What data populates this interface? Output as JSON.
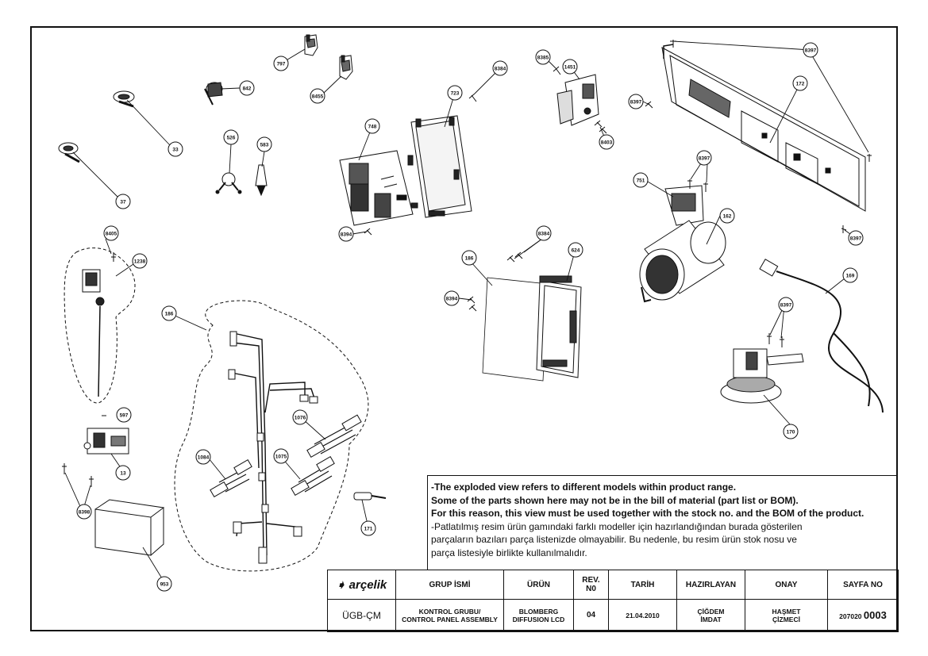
{
  "notes": [
    "-The exploded view refers to different models within product range.",
    "Some of the parts shown here may not be in the bill of material (part list or BOM).",
    "For this reason, this view must be used together with the stock no. and the BOM of the product.",
    "-Patlatılmış resim ürün gamındaki farklı modeller için hazırlandığından burada gösterilen",
    "parçaların bazıları parça listenizde olmayabilir. Bu nedenle, bu resim ürün stok nosu ve",
    "parça listesiyle birlikte kullanılmalıdır."
  ],
  "title_block": {
    "brand": "arçelik",
    "headers": {
      "group_name": "GRUP İSMİ",
      "product": "ÜRÜN",
      "rev_no_line1": "REV.",
      "rev_no_line2": "N0",
      "date": "TARİH",
      "prepared_by": "HAZIRLAYAN",
      "approval": "ONAY",
      "page_no": "SAYFA NO"
    },
    "values": {
      "group_code": "ÜGB-ÇM",
      "group_name_line1": "KONTROL GRUBU/",
      "group_name_line2": "CONTROL PANEL ASSEMBLY",
      "product_line1": "BLOMBERG",
      "product_line2": "DIFFUSION LCD",
      "rev": "04",
      "date": "21.04.2010",
      "prepared_line1": "ÇİĞDEM",
      "prepared_line2": "İMDAT",
      "approval_line1": "HAŞMET",
      "approval_line2": "ÇİZMECİ",
      "page_code": "207020",
      "page_num": "0003"
    }
  },
  "callouts": {
    "c797": "797",
    "c842": "842",
    "c8455": "8455",
    "c33": "33",
    "c37": "37",
    "c526": "526",
    "c583": "583",
    "c723": "723",
    "c8384a": "8384",
    "c748": "748",
    "c8394a": "8394",
    "c8385": "8385",
    "c1451": "1451",
    "c8403": "8403",
    "c8397a": "8397",
    "c8397b": "8397",
    "c172": "172",
    "c8397c": "8397",
    "c8397d": "8397",
    "c751": "751",
    "c162": "162",
    "c8405": "8405",
    "c1238": "1238",
    "c186a": "186",
    "c8384b": "8384",
    "c186b": "186",
    "c624": "624",
    "c8394b": "8394",
    "c169": "169",
    "c8397e": "8397",
    "c597": "597",
    "c1076": "1076",
    "c1084": "1084",
    "c1075": "1075",
    "c170": "170",
    "c13": "13",
    "c8398": "8398",
    "c171": "171",
    "c953": "953"
  }
}
